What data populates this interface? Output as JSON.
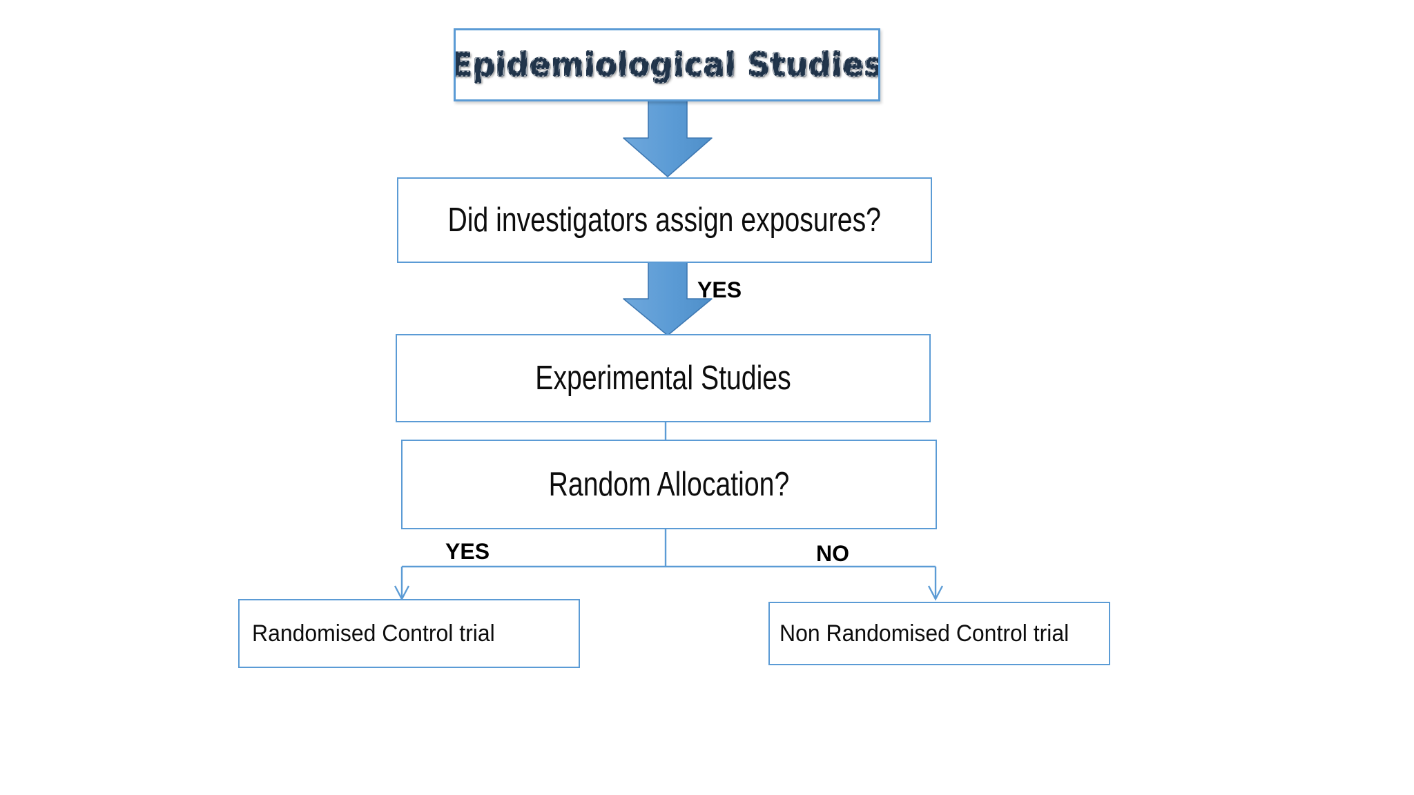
{
  "diagram": {
    "title": "Epidemiological Studies",
    "accent_color": "#5B9BD5",
    "arrow_fill": "#5B9BD5",
    "arrow_stroke": "#3E78B2",
    "text_color": "#0d0d0d",
    "title_text_color": "#1F3349",
    "background": "#ffffff",
    "nodes": {
      "title": "Epidemiological Studies",
      "question_assign": "Did investigators assign exposures?",
      "experimental": "Experimental Studies",
      "random_allocation": "Random Allocation?",
      "randomised_control_trial": "Randomised Control trial",
      "non_randomised_control_trial": "Non Randomised Control trial"
    },
    "edge_labels": {
      "yes_assign": "YES",
      "yes_random": "YES",
      "no_random": "NO"
    }
  },
  "chart_data": {
    "type": "diagram",
    "title": "Epidemiological Studies",
    "nodes": [
      {
        "id": "epidemiological-studies",
        "label": "Epidemiological Studies",
        "level": 0
      },
      {
        "id": "did-investigators-assign-exposures",
        "label": "Did investigators assign exposures?",
        "level": 1
      },
      {
        "id": "experimental-studies",
        "label": "Experimental Studies",
        "level": 2
      },
      {
        "id": "random-allocation",
        "label": "Random Allocation?",
        "level": 3
      },
      {
        "id": "randomised-control-trial",
        "label": "Randomised Control trial",
        "level": 4
      },
      {
        "id": "non-randomised-control-trial",
        "label": "Non Randomised Control trial",
        "level": 4
      }
    ],
    "edges": [
      {
        "from": "epidemiological-studies",
        "to": "did-investigators-assign-exposures",
        "label": "",
        "style": "block-arrow"
      },
      {
        "from": "did-investigators-assign-exposures",
        "to": "experimental-studies",
        "label": "YES",
        "style": "block-arrow"
      },
      {
        "from": "experimental-studies",
        "to": "random-allocation",
        "label": "",
        "style": "line"
      },
      {
        "from": "random-allocation",
        "to": "randomised-control-trial",
        "label": "YES",
        "style": "line-arrow"
      },
      {
        "from": "random-allocation",
        "to": "non-randomised-control-trial",
        "label": "NO",
        "style": "line-arrow"
      }
    ]
  }
}
